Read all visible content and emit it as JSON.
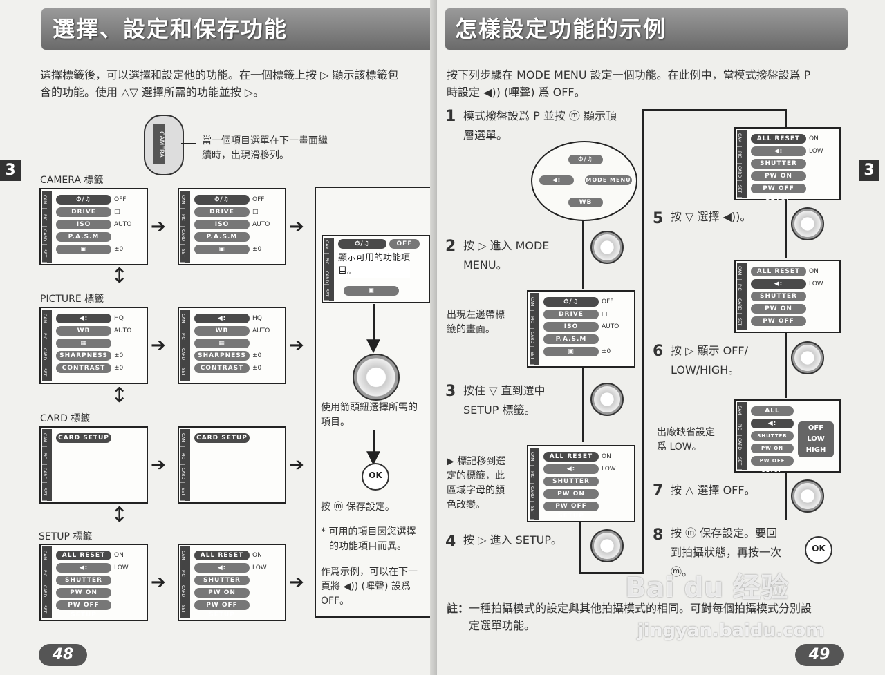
{
  "left": {
    "title": "選擇、設定和保存功能",
    "intro_line1": "選擇標籤後，可以選擇和設定他的功能。在一個標籤上按 ▷ 顯示該標籤包",
    "intro_line2": "含的功能。使用 △▽ 選擇所需的功能並按 ▷。",
    "chapter_tab": "3",
    "scrollbar_label": "CAMERA",
    "scroll_note_line1": "當一個項目選單在下一畫面繼",
    "scroll_note_line2": "續時，出現滑移列。",
    "camera_tab_label": "CAMERA 標籤",
    "picture_tab_label": "PICTURE 標籤",
    "card_tab_label": "CARD 標籤",
    "setup_tab_label": "SETUP 標籤",
    "camera_items": [
      "⏱/♫",
      "DRIVE",
      "ISO",
      "P.A.S.M",
      "▣"
    ],
    "camera_values": [
      "OFF",
      "□",
      "AUTO",
      "",
      "±0"
    ],
    "picture_items": [
      "◀:",
      "WB",
      "▦",
      "SHARPNESS",
      "CONTRAST"
    ],
    "picture_values": [
      "HQ",
      "AUTO",
      "",
      "±0",
      "±0"
    ],
    "card_item": "CARD SETUP",
    "setup_items": [
      "ALL RESET",
      "◀:",
      "SHUTTER SOUND",
      "PW ON SETUP",
      "PW OFF SETUP"
    ],
    "setup_values": [
      "ON",
      "LOW",
      "",
      "",
      ""
    ],
    "popup_top": "⏱/♫",
    "popup_top_val": "OFF",
    "popup_line1": "顯示可用的功能項",
    "popup_line2": "目。",
    "arrow_note_line1": "使用箭頭鈕選擇所需的",
    "arrow_note_line2": "項目。",
    "ok_label": "OK",
    "ok_note": "按 ⓜ 保存設定。",
    "footnote_line1": "* 可用的項目因您選擇",
    "footnote_line2": "的功能項目而異。",
    "example_line1": "作爲示例，可以在下一",
    "example_line2": "頁將 ◀)) (嗶聲) 設爲",
    "example_line3": "OFF。",
    "page_number": "48",
    "side_tabs": [
      "CAM",
      "PIC",
      "CARD",
      "SET"
    ]
  },
  "right": {
    "title": "怎樣設定功能的示例",
    "intro_line1": "按下列步驟在 MODE MENU 設定一個功能。在此例中，當模式撥盤設爲 P",
    "intro_line2": "時設定 ◀)) (嗶聲) 爲 OFF。",
    "chapter_tab": "3",
    "step1_num": "1",
    "step1_line1": "模式撥盤設爲 P 並按 ⓜ 顯示頂",
    "step1_line2": "層選單。",
    "top_menu_items": [
      "⏱/♫",
      "◀:",
      "MODE MENU",
      "WB"
    ],
    "step2_num": "2",
    "step2_line1": "按 ▷ 進入 MODE",
    "step2_line2": "MENU。",
    "step2_note_line1": "出現左邊帶標",
    "step2_note_line2": "籤的畫面。",
    "step3_num": "3",
    "step3_line1": "按住 ▽ 直到選中",
    "step3_line2": "SETUP 標籤。",
    "step3_note_line1": "▶ 標記移到選",
    "step3_note_line2": "定的標籤，此",
    "step3_note_line3": "區域字母的顏",
    "step3_note_line4": "色改變。",
    "step4_num": "4",
    "step4_line1": "按 ▷ 進入 SETUP。",
    "step5_num": "5",
    "step5_line1": "按 ▽ 選擇 ◀))。",
    "step6_num": "6",
    "step6_line1": "按 ▷ 顯示 OFF/",
    "step6_line2": "LOW/HIGH。",
    "step6_note_line1": "出廠缺省設定",
    "step6_note_line2": "爲 LOW。",
    "step7_num": "7",
    "step7_line1": "按 △ 選擇 OFF。",
    "step8_num": "8",
    "step8_line1": "按 ⓜ 保存設定。要回",
    "step8_line2": "到拍攝狀態，再按一次",
    "step8_line3": "ⓜ。",
    "sound_options": [
      "OFF",
      "LOW",
      "HIGH"
    ],
    "note_label": "註：",
    "note_line1": "一種拍攝模式的設定與其他拍攝模式的相同。可對每個拍攝模式分別設",
    "note_line2": "定選單功能。",
    "page_number": "49",
    "watermark": "Bai du 经验",
    "watermark_url": "jingyan.baidu.com"
  }
}
